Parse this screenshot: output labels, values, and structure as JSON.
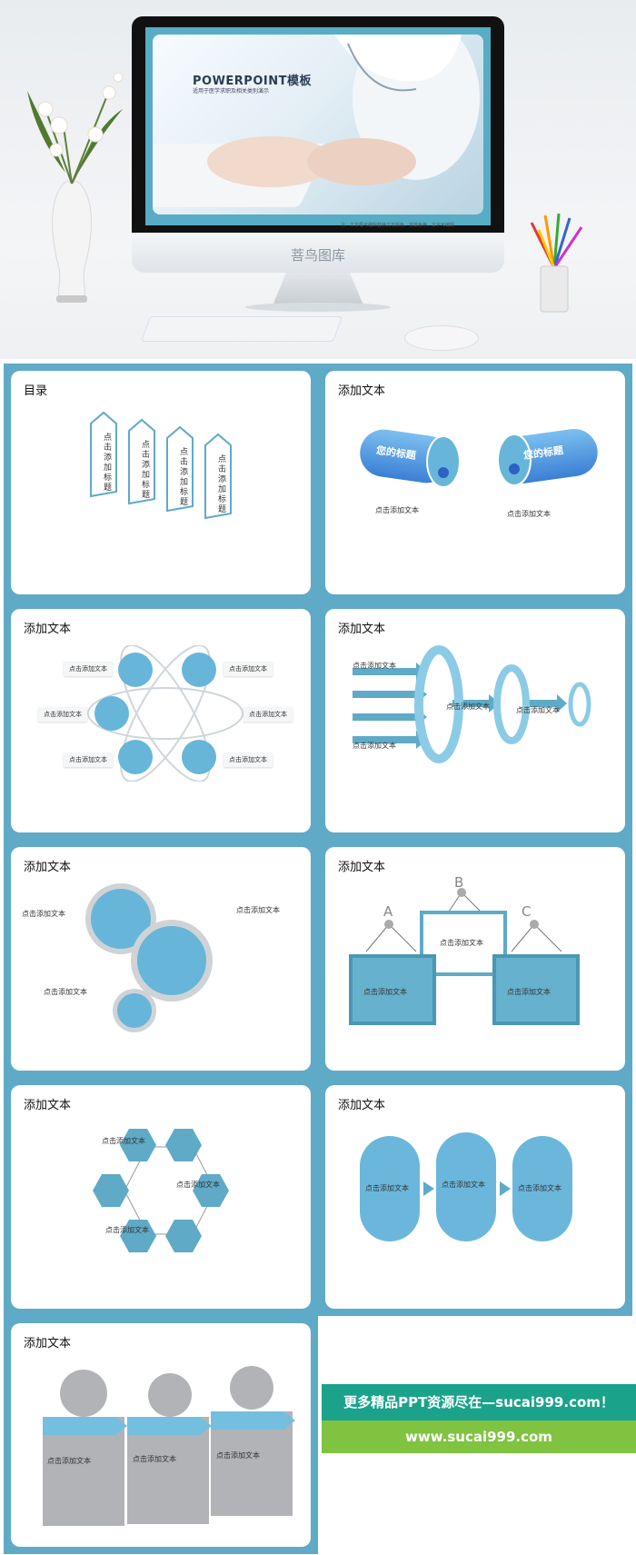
{
  "hero": {
    "title": "POWERPOINT模板",
    "subtitle": "适用于医学求职及相关类别演示",
    "footnote": "注：文本框可编辑替换文本颜色、背景色等，文字可编辑",
    "brand": "菩鸟图库"
  },
  "slides": [
    {
      "title": "目录",
      "items": [
        "点击添加标题",
        "点击添加标题",
        "点击添加标题",
        "点击添加标题"
      ]
    },
    {
      "title": "添加文本",
      "cylinders": [
        "您的标题",
        "您的标题"
      ],
      "labels": [
        "点击添加文本",
        "点击添加文本"
      ]
    },
    {
      "title": "添加文本",
      "labels": [
        "点击添加文本",
        "点击添加文本",
        "点击添加文本",
        "点击添加文本",
        "点击添加文本",
        "点击添加文本"
      ]
    },
    {
      "title": "添加文本",
      "labels": [
        "点击添加文本",
        "点击添加文本",
        "点击添加文本",
        "点击添加文本"
      ]
    },
    {
      "title": "添加文本",
      "labels": [
        "点击添加文本",
        "点击添加文本",
        "点击添加文本"
      ]
    },
    {
      "title": "添加文本",
      "letters": [
        "A",
        "B",
        "C"
      ],
      "labels": [
        "点击添加文本",
        "点击添加文本",
        "点击添加文本"
      ]
    },
    {
      "title": "添加文本",
      "labels": [
        "点击添加文本",
        "点击添加文本",
        "点击添加文本"
      ]
    },
    {
      "title": "添加文本",
      "labels": [
        "点击添加文本",
        "点击添加文本",
        "点击添加文本"
      ]
    },
    {
      "title": "添加文本",
      "labels": [
        "点击添加文本",
        "点击添加文本",
        "点击添加文本"
      ]
    }
  ],
  "promo": {
    "line1": "更多精品PPT资源尽在—sucai999.com！",
    "line2": "www.sucai999.com"
  },
  "colors": {
    "accent": "#5faac7",
    "bubble": "#67b6d9",
    "green": "#1aa38a",
    "lime": "#80c341"
  }
}
